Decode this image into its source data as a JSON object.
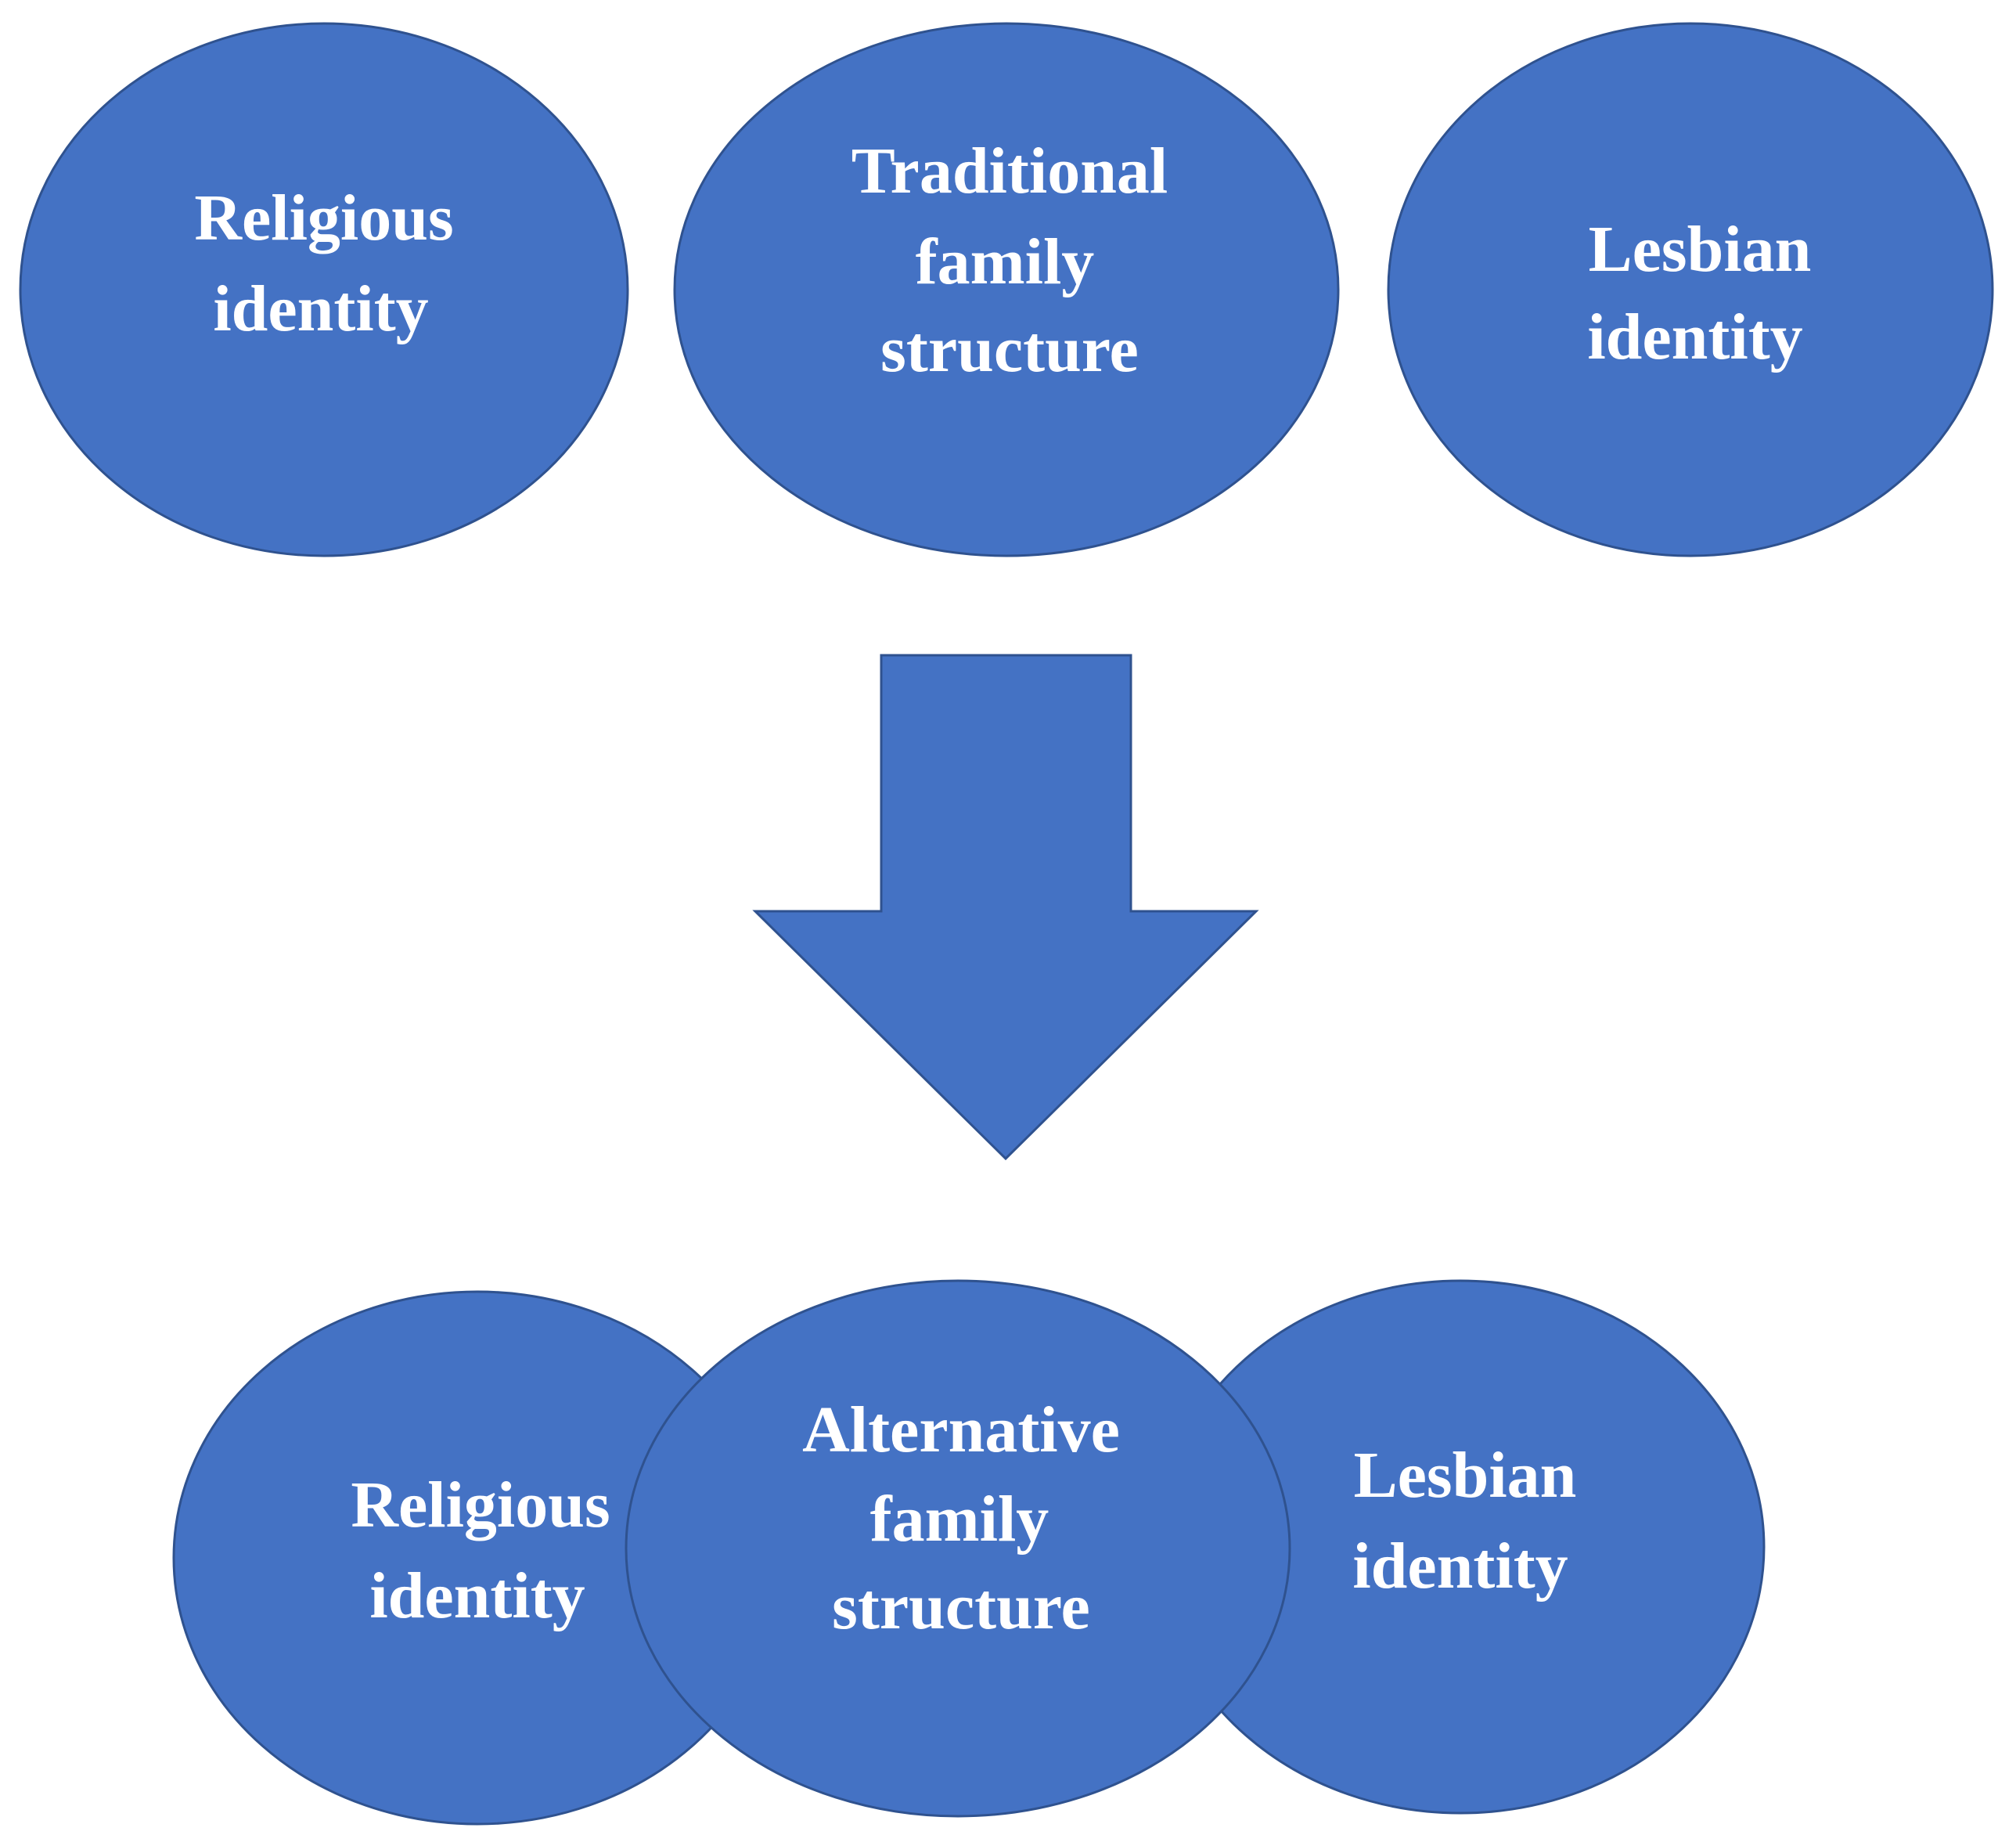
{
  "colors": {
    "node_fill": "#4472c4",
    "node_stroke": "#2f528f",
    "label_text": "#ffffff",
    "background": "#ffffff"
  },
  "top_row": {
    "religious": {
      "line1": "Religious",
      "line2": "identity"
    },
    "family": {
      "line1": "Traditional",
      "line2": "family",
      "line3": "structure"
    },
    "lesbian": {
      "line1": "Lesbian",
      "line2": "identity"
    }
  },
  "arrow": {
    "icon": "down-arrow-icon"
  },
  "bottom_row": {
    "religious": {
      "line1": "Religious",
      "line2": "identity"
    },
    "family": {
      "line1": "Alternative",
      "line2": "family",
      "line3": "structure"
    },
    "lesbian": {
      "line1": "Lesbian",
      "line2": "identity"
    }
  }
}
